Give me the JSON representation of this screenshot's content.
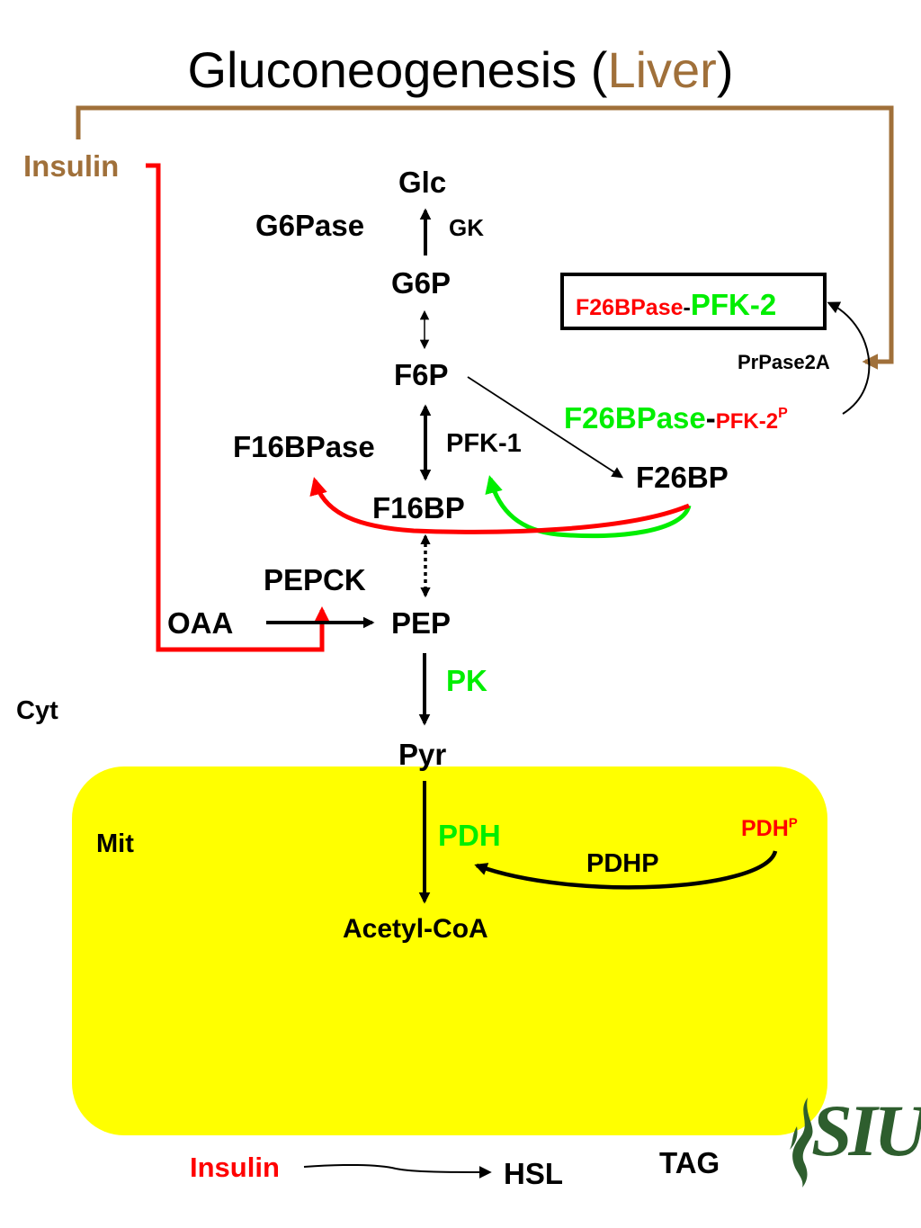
{
  "colors": {
    "red": "#ff0000",
    "green": "#00ee00",
    "brown": "#a0703a",
    "yellow": "#ffff00",
    "black": "#000000",
    "logo_green": "#2e5e2e"
  },
  "title": {
    "main": "Gluconeogenesis (",
    "highlight": "Liver",
    "close": ")"
  },
  "insulin_top": {
    "prefix": "In",
    "rest": "sulin"
  },
  "metabolites": {
    "glc": "Glc",
    "g6p": "G6P",
    "f6p": "F6P",
    "f16bp": "F16BP",
    "f26bp": "F26BP",
    "pep": "PEP",
    "oaa": "OAA",
    "pyr": "Pyr",
    "acetylcoa": "Acetyl-CoA",
    "hsl": "HSL",
    "tag": "TAG"
  },
  "enzymes": {
    "g6pase": "G6Pase",
    "gk": "GK",
    "f16bpase": "F16BPase",
    "pfk1": "PFK-1",
    "pepck": "PEPCK",
    "pk": "PK",
    "pdh": "PDH",
    "pdhp": "PDHP",
    "pdh_p_base": "PDH",
    "pdh_p_sup": "P",
    "prpase2a": "PrPase2A"
  },
  "bifunctional_box": {
    "part1": "F26BPase",
    "sep": "-",
    "part2": "PFK-2"
  },
  "bifunctional_phos": {
    "part1": "F26BPase",
    "sep": "-",
    "part2": "PFK-2",
    "sup": "P"
  },
  "compartments": {
    "cyt": "Cyt",
    "mit": "Mit"
  },
  "insulin_bottom": "Insulin",
  "logo": {
    "text": "SIU"
  }
}
